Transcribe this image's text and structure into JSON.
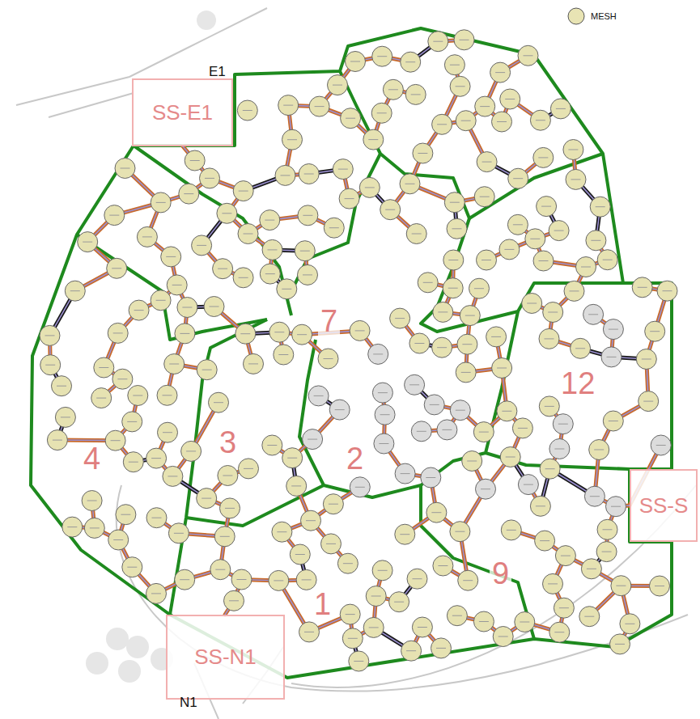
{
  "diagram": {
    "nodes": [
      {
        "text": [
          "SS-E1"
        ]
      },
      {
        "text": [
          "SS-N1"
        ]
      },
      {
        "text": [
          "SS-S"
        ]
      }
    ],
    "labels": [
      "E1",
      "N1",
      "4",
      "7",
      "12",
      "3",
      "2",
      "1",
      "9"
    ],
    "legend": [
      {
        "text": "MESH"
      }
    ]
  }
}
